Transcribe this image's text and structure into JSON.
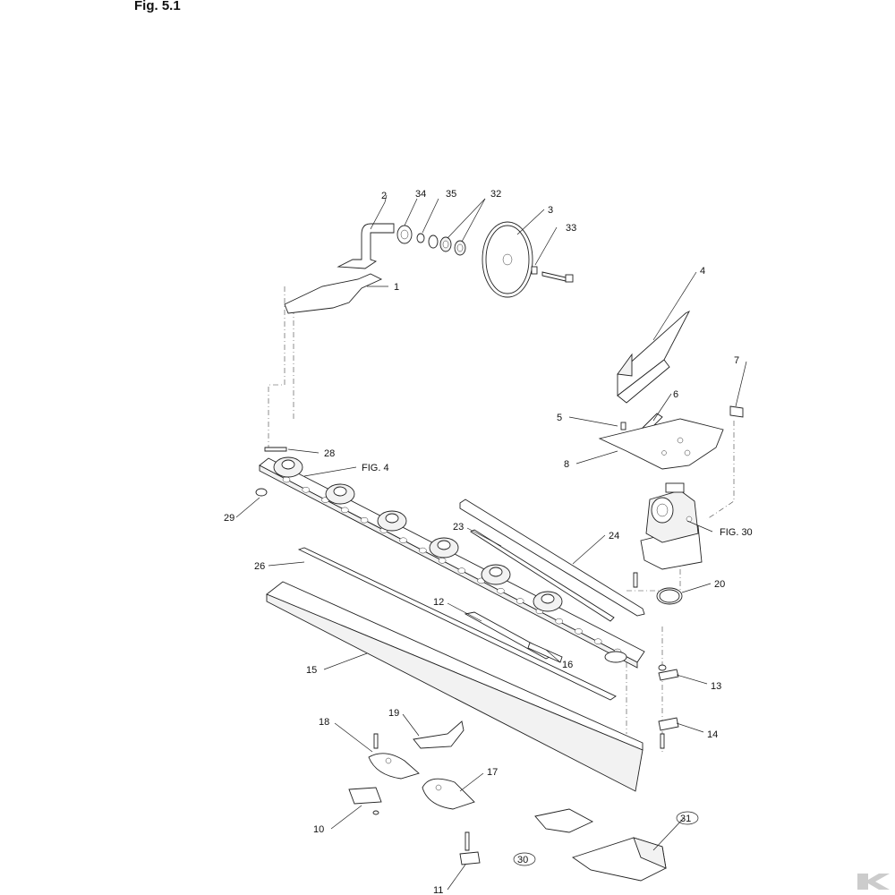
{
  "figure": {
    "title": "Fig. 5.1"
  },
  "callouts": {
    "c1": "1",
    "c2": "2",
    "c3": "3",
    "c4": "4",
    "c5": "5",
    "c6": "6",
    "c7": "7",
    "c8": "8",
    "c10": "10",
    "c11": "11",
    "c12": "12",
    "c13": "13",
    "c14": "14",
    "c15": "15",
    "c16": "16",
    "c17": "17",
    "c18": "18",
    "c19": "19",
    "c20": "20",
    "c23": "23",
    "c24": "24",
    "c26": "26",
    "c28": "28",
    "c29": "29",
    "c30": "30",
    "c31": "31",
    "c32": "32",
    "c33": "33",
    "c34": "34",
    "c35": "35",
    "fig4": "FIG. 4",
    "fig30": "FIG. 30"
  },
  "logo": {
    "icon": "brand-logo-icon",
    "color": "#cccccc"
  }
}
